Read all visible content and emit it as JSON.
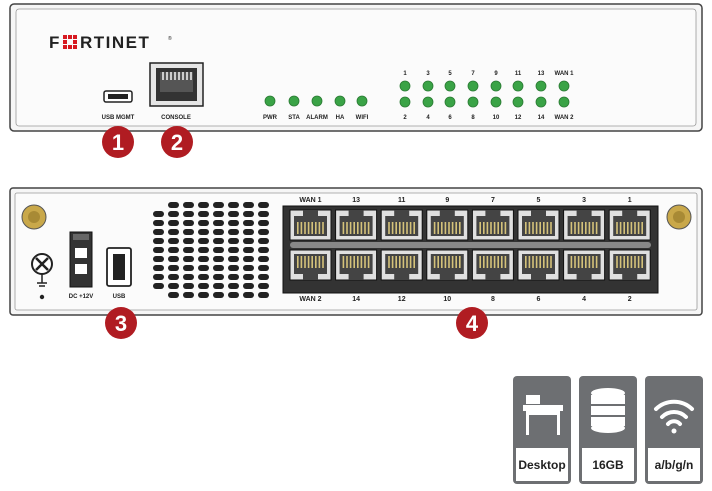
{
  "brand": {
    "name": "FORTINET"
  },
  "front_panel": {
    "usb_mgmt_label": "USB MGMT",
    "console_label": "CONSOLE",
    "status_leds": [
      "PWR",
      "STA",
      "ALARM",
      "HA",
      "WIFI"
    ],
    "port_leds_top": [
      "1",
      "3",
      "5",
      "7",
      "9",
      "11",
      "13",
      "WAN 1"
    ],
    "port_leds_bottom": [
      "2",
      "4",
      "6",
      "8",
      "10",
      "12",
      "14",
      "WAN 2"
    ]
  },
  "back_panel": {
    "power_label": "DC +12V",
    "usb_label": "USB",
    "ports_top": [
      "WAN 1",
      "13",
      "11",
      "9",
      "7",
      "5",
      "3",
      "1"
    ],
    "ports_bottom": [
      "WAN 2",
      "14",
      "12",
      "10",
      "8",
      "6",
      "4",
      "2"
    ]
  },
  "callouts": [
    "1",
    "2",
    "3",
    "4"
  ],
  "feature_tiles": [
    {
      "icon": "desktop-icon",
      "label": "Desktop"
    },
    {
      "icon": "storage-icon",
      "label": "16GB"
    },
    {
      "icon": "wifi-icon",
      "label": "a/b/g/n"
    }
  ],
  "colors": {
    "callout": "#b01c22",
    "led": "#3aa346",
    "tile": "#6d6f72",
    "brand_red": "#d71921"
  }
}
